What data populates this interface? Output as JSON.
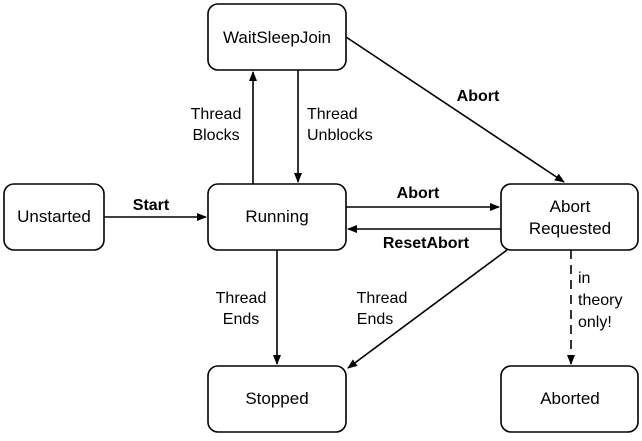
{
  "nodes": {
    "unstarted": "Unstarted",
    "running": "Running",
    "waitsleepjoin": "WaitSleepJoin",
    "abort_requested": [
      "Abort",
      "Requested"
    ],
    "stopped": "Stopped",
    "aborted": "Aborted"
  },
  "edges": {
    "start": "Start",
    "thread_blocks": [
      "Thread",
      "Blocks"
    ],
    "thread_unblocks": [
      "Thread",
      "Unblocks"
    ],
    "abort_top": "Abort",
    "abort_mid": "Abort",
    "reset_abort": "ResetAbort",
    "thread_ends_left": [
      "Thread",
      "Ends"
    ],
    "thread_ends_right": [
      "Thread",
      "Ends"
    ],
    "in_theory_only": [
      "in",
      "theory",
      "only!"
    ]
  }
}
